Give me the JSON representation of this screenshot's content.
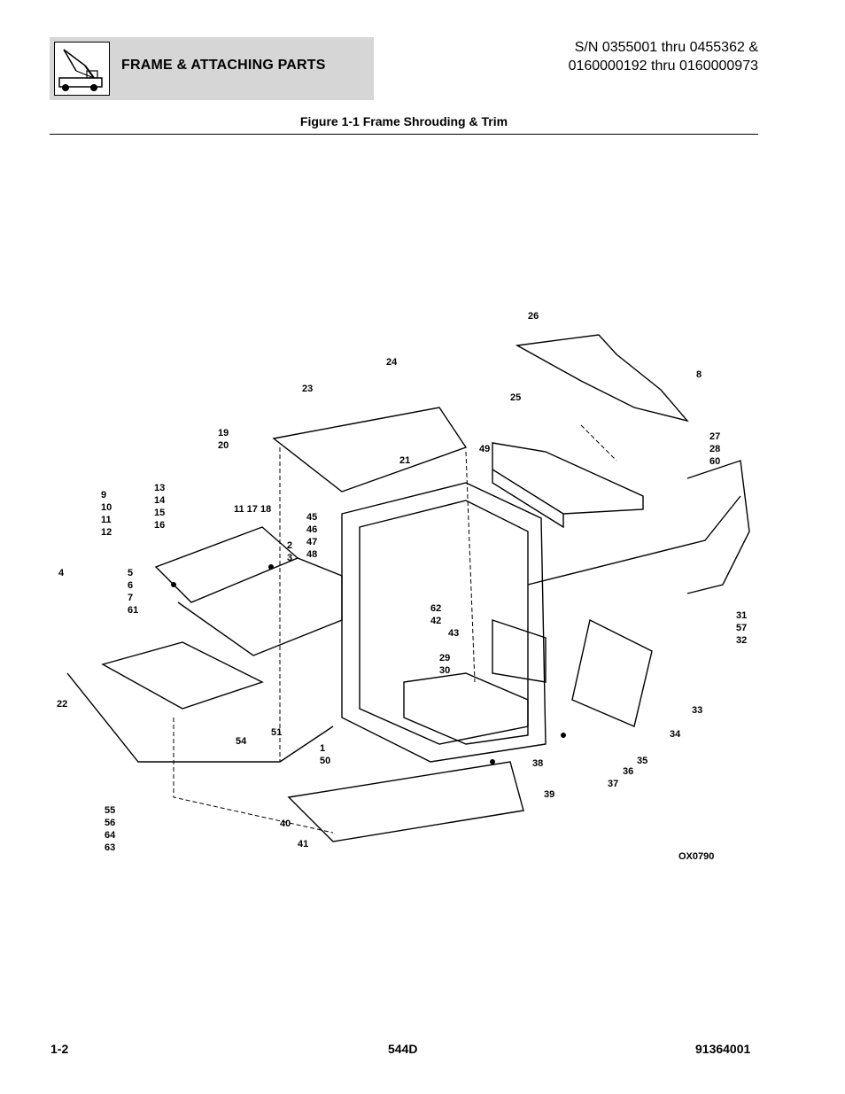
{
  "header": {
    "section_title": "FRAME & ATTACHING PARTS",
    "serial_line_1": "S/N 0355001 thru 0455362 &",
    "serial_line_2": "0160000192 thru 0160000973",
    "icon": "telehandler-icon"
  },
  "figure": {
    "title": "Figure 1-1 Frame Shrouding & Trim",
    "drawing_id": "OX0790",
    "callouts": [
      "26",
      "24",
      "8",
      "23",
      "25",
      "19",
      "20",
      "21",
      "49",
      "27",
      "28",
      "60",
      "13",
      "14",
      "15",
      "16",
      "9",
      "10",
      "11",
      "12",
      "11 17 18",
      "45",
      "46",
      "47",
      "48",
      "2",
      "3",
      "4",
      "5",
      "6",
      "7",
      "61",
      "62",
      "42",
      "43",
      "29",
      "30",
      "31",
      "57",
      "32",
      "33",
      "34",
      "35",
      "36",
      "37",
      "38",
      "39",
      "1",
      "50",
      "22",
      "51",
      "54",
      "55",
      "56",
      "64",
      "63",
      "40",
      "41"
    ]
  },
  "footer": {
    "page_number": "1-2",
    "model": "544D",
    "doc_number": "91364001"
  }
}
